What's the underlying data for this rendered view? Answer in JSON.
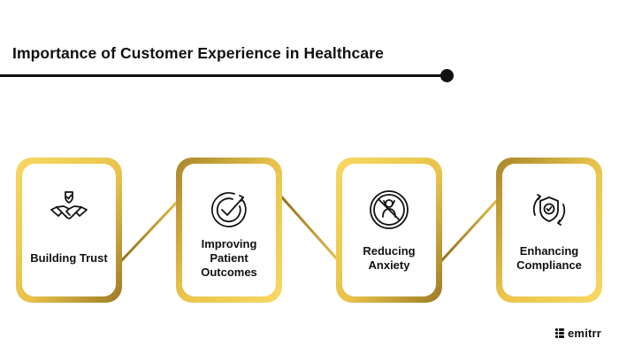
{
  "title": "Importance of Customer Experience in Healthcare",
  "colors": {
    "gold_light": "#f5d35a",
    "gold_dark": "#a8852a",
    "text": "#111111",
    "accent_line": "#111111"
  },
  "cards": [
    {
      "label": "Building Trust",
      "icon": "handshake-shield-icon"
    },
    {
      "label": "Improving Patient Outcomes",
      "icon": "check-target-icon"
    },
    {
      "label": "Reducing Anxiety",
      "icon": "no-anxiety-icon"
    },
    {
      "label": "Enhancing Compliance",
      "icon": "shield-check-cycle-icon"
    }
  ],
  "brand": {
    "name": "emitrr"
  }
}
